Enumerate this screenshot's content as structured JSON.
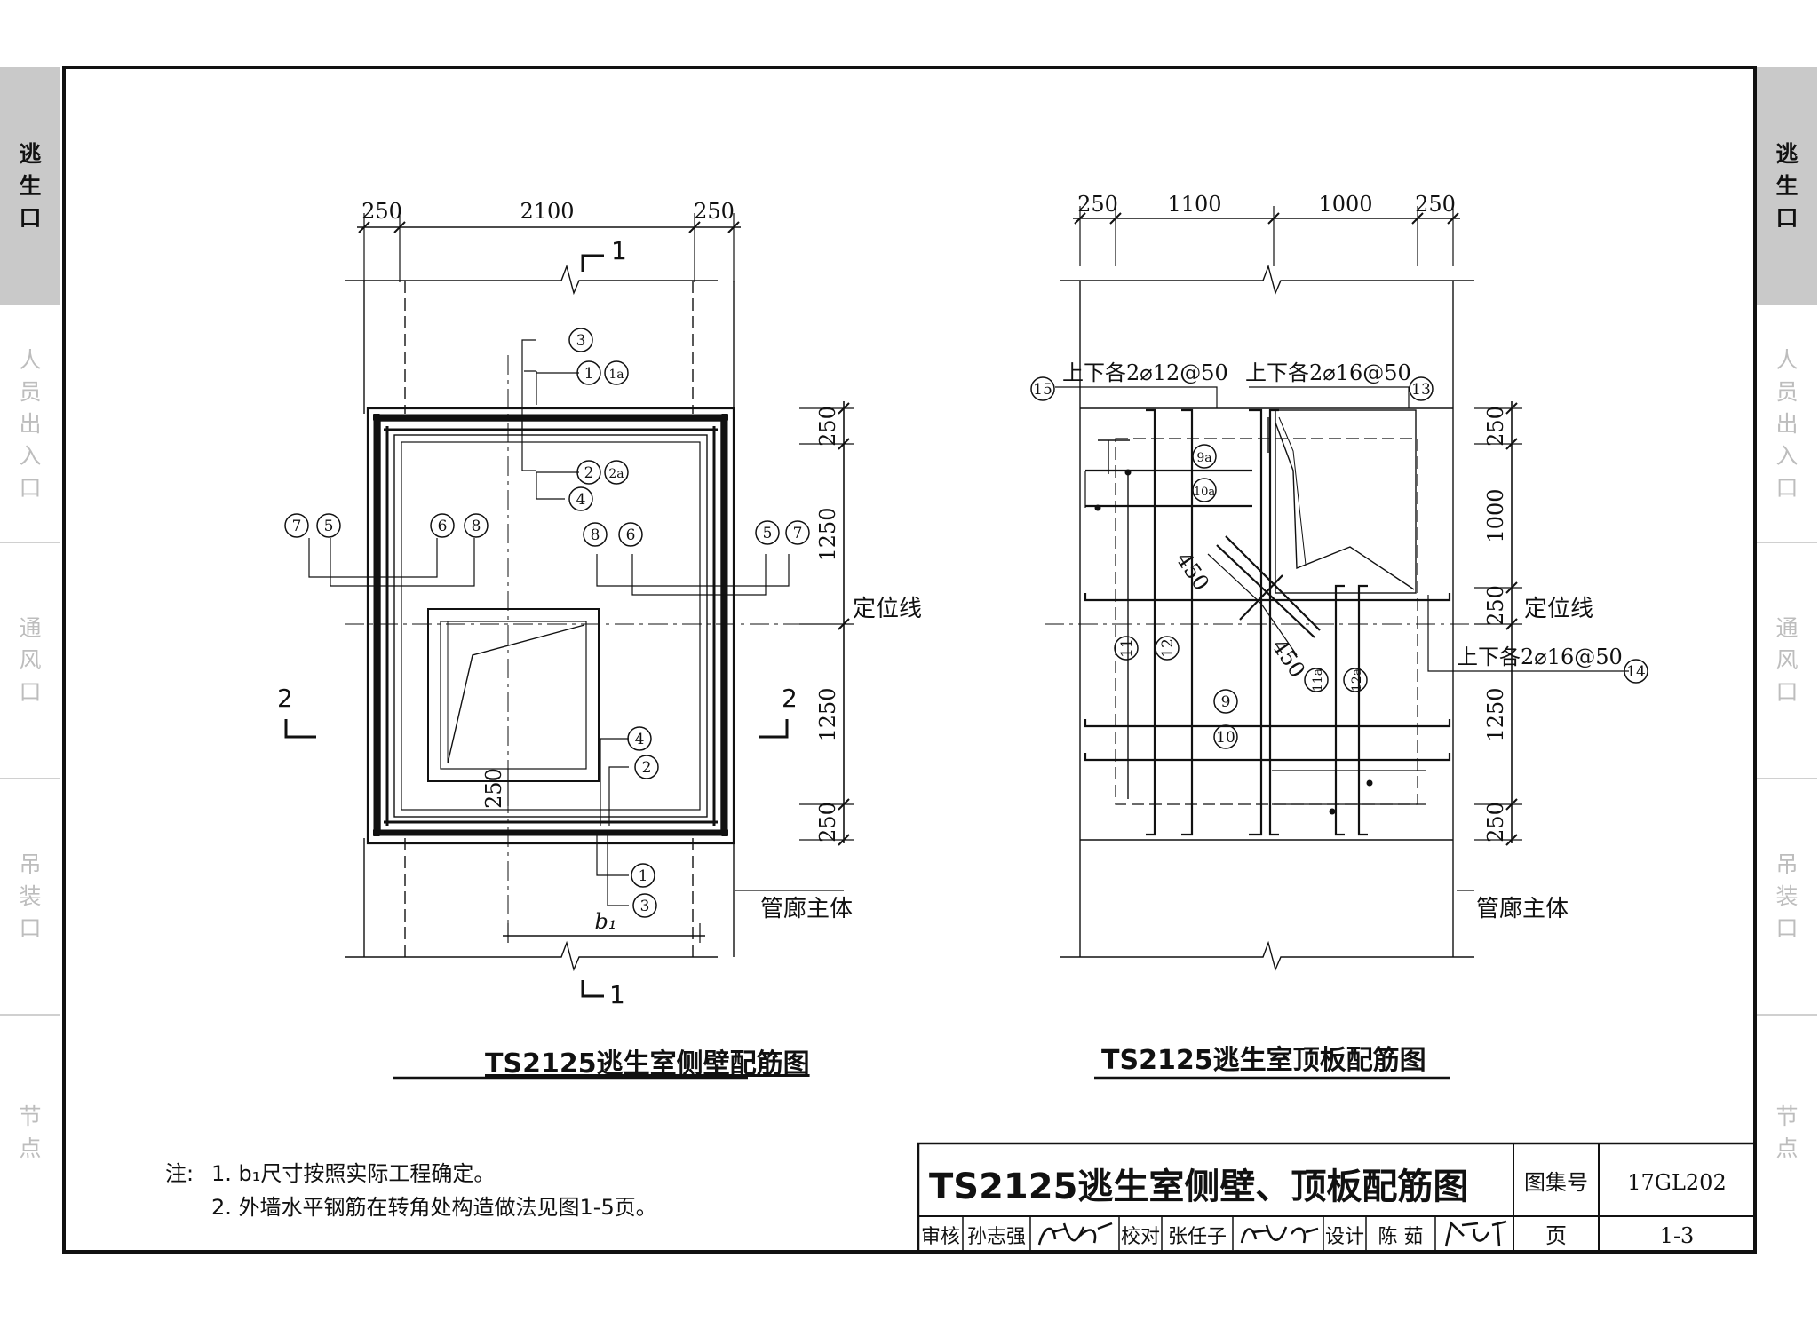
{
  "side_tabs": {
    "left": [
      {
        "label": "逃生口",
        "active": true
      },
      {
        "label": "人员出入口",
        "active": false
      },
      {
        "label": "通风口",
        "active": false
      },
      {
        "label": "吊装口",
        "active": false
      },
      {
        "label": "节点",
        "active": false
      }
    ],
    "right": [
      {
        "label": "逃生口",
        "active": true
      },
      {
        "label": "人员出入口",
        "active": false
      },
      {
        "label": "通风口",
        "active": false
      },
      {
        "label": "吊装口",
        "active": false
      },
      {
        "label": "节点",
        "active": false
      }
    ]
  },
  "left_drawing": {
    "title": "TS2125逃生室侧壁配筋图",
    "dims_top": [
      "250",
      "2100",
      "250"
    ],
    "dims_right": [
      "250",
      "1250",
      "1250",
      "250"
    ],
    "dim_inner": "250",
    "dim_bottom": "b₁",
    "section_1": "1",
    "section_2": "2",
    "locating_line": "定位线",
    "main_body": "管廊主体",
    "bars": [
      "1",
      "1a",
      "2",
      "2a",
      "3",
      "4",
      "5",
      "6",
      "7",
      "8"
    ]
  },
  "right_drawing": {
    "title": "TS2125逃生室顶板配筋图",
    "dims_top": [
      "250",
      "1100",
      "1000",
      "250"
    ],
    "dims_right": [
      "250",
      "1000",
      "250",
      "1250",
      "250"
    ],
    "dim_diag": "450",
    "locating_line": "定位线",
    "main_body": "管廊主体",
    "rebar_15": "上下各2⌀12@50",
    "rebar_13": "上下各2⌀16@50",
    "rebar_14": "上下各2⌀16@50",
    "bars": [
      "9",
      "9a",
      "10",
      "10a",
      "11",
      "11a",
      "12",
      "12a",
      "13",
      "14",
      "15"
    ]
  },
  "notes": {
    "label": "注:",
    "items": [
      "1. b₁尺寸按照实际工程确定。",
      "2. 外墙水平钢筋在转角处构造做法见图1-5页。"
    ]
  },
  "title_block": {
    "title": "TS2125逃生室侧壁、顶板配筋图",
    "atlas_label": "图集号",
    "atlas_no": "17GL202",
    "page_label": "页",
    "page_no": "1-3",
    "review_label": "审核",
    "reviewer": "孙志强",
    "check_label": "校对",
    "checker": "张任子",
    "design_label": "设计",
    "designer": "陈 茹"
  }
}
